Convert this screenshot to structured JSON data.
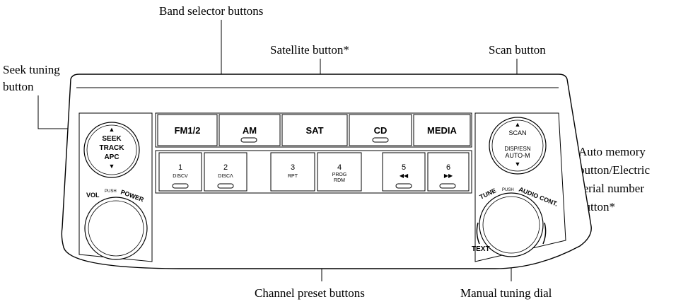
{
  "callouts": {
    "band_selector": "Band selector buttons",
    "satellite": "Satellite button*",
    "scan": "Scan button",
    "seek_tuning_line1": "Seek tuning",
    "seek_tuning_line2": "button",
    "auto_memory_line1": "Auto memory",
    "auto_memory_line2": "button/Electric",
    "auto_memory_line3": "serial number",
    "auto_memory_line4": "button*",
    "channel_preset": "Channel preset buttons",
    "manual_tuning": "Manual tuning dial"
  },
  "panel": {
    "band_buttons": [
      "FM1/2",
      "AM",
      "SAT",
      "CD",
      "MEDIA"
    ],
    "seek_knob": {
      "line1": "SEEK",
      "line2": "TRACK",
      "line3": "APC"
    },
    "scan_knob": {
      "line1": "SCAN",
      "line2": "DISP/ESN",
      "line3": "AUTO-M"
    },
    "vol_label": "VOL",
    "vol_push": "PUSH",
    "power_label": "POWER",
    "tune_label": "TUNE",
    "tune_push": "PUSH",
    "audio_label": "AUDIO CONT.",
    "text_label": "TEXT",
    "presets": [
      {
        "num": "1",
        "sub": "DISCV",
        "sub2": ""
      },
      {
        "num": "2",
        "sub": "DISCΛ",
        "sub2": ""
      },
      {
        "num": "3",
        "sub": "RPT",
        "sub2": ""
      },
      {
        "num": "4",
        "sub": "PROG",
        "sub2": "RDM"
      },
      {
        "num": "5",
        "sub": "◀◀",
        "sub2": ""
      },
      {
        "num": "6",
        "sub": "▶▶",
        "sub2": ""
      }
    ]
  }
}
